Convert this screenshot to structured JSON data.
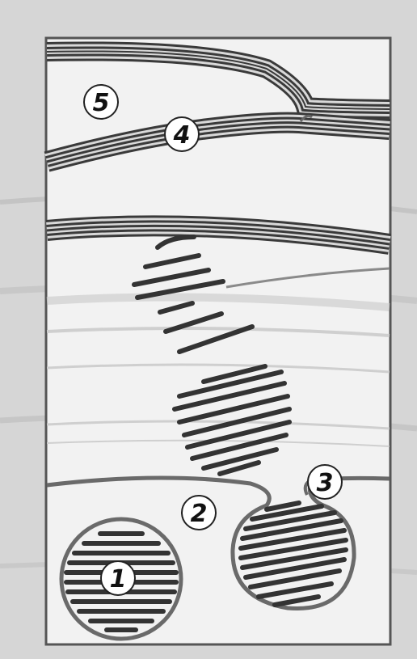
{
  "labels": {
    "one": "1",
    "two": "2",
    "three": "3",
    "four": "4",
    "five": "5"
  },
  "colors": {
    "background": "#d6d6d6",
    "panel": "#f2f2f2",
    "frame": "#555555",
    "fiber": "#3a3a3a",
    "fiber_gap": "#d9d9d9",
    "membrane": "#6a6a6a",
    "badge_fill": "#ffffff",
    "badge_stroke": "#222222"
  }
}
